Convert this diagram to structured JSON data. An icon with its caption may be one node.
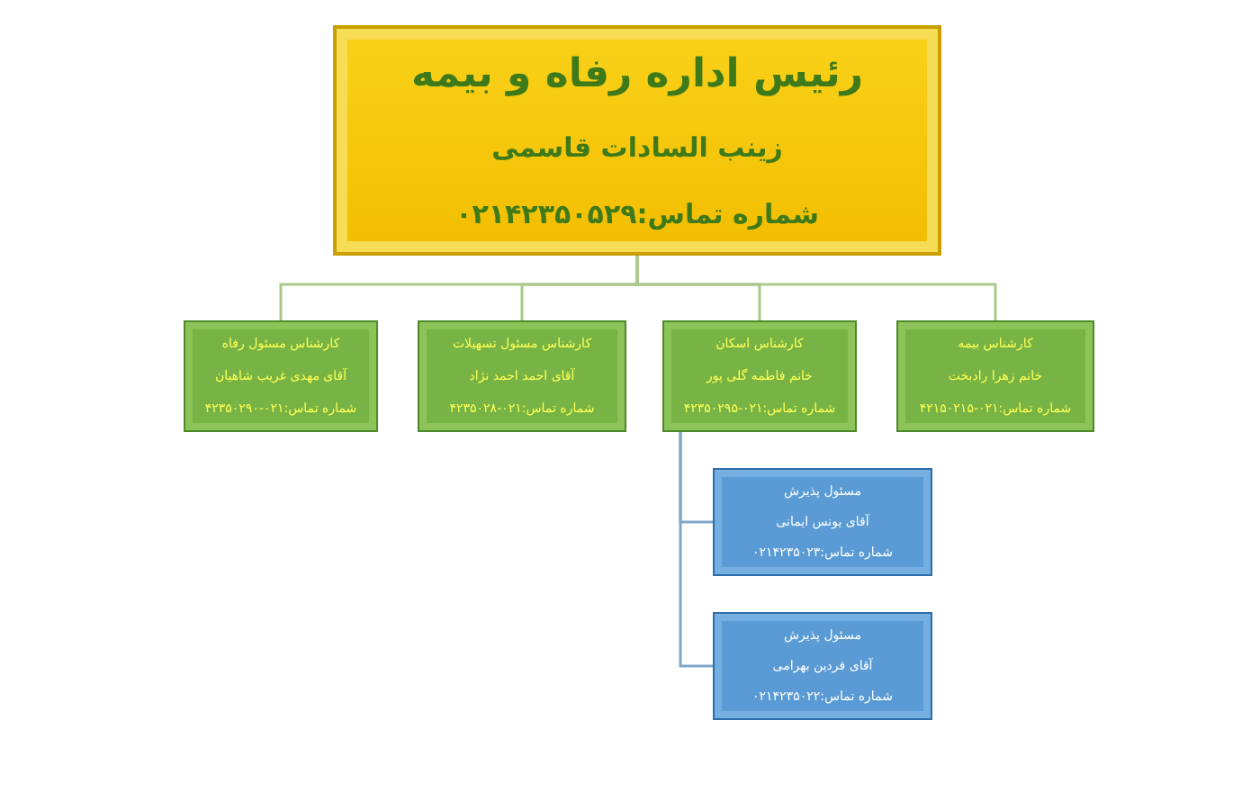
{
  "diagram": {
    "nodes": [
      {
        "text": [
          "رئیس اداره رفاه و بیمه",
          "زینب السادات قاسمی",
          "شماره تماس:۰۲۱۴۲۳۵۰۵۲۹"
        ]
      },
      {
        "text": [
          "کارشناس بیمه",
          "خانم زهرا رادبخت",
          "شماره تماس:۰۲۱-۴۲۱۵۰۲۱۵"
        ]
      },
      {
        "text": [
          "کارشناس اسکان",
          "خانم فاطمه گلی پور",
          "شماره تماس:۰۲۱-۴۲۳۵۰۲۹۵"
        ]
      },
      {
        "text": [
          "کارشناس مسئول تسهیلات",
          "آقای احمد احمد نژاد",
          "شماره تماس:۰۲۱-۴۲۳۵۰۲۸"
        ]
      },
      {
        "text": [
          "کارشناس مسئول رفاه",
          "آقای مهدی غریب شاهیان",
          "شماره تماس:۰۲۱-۴۲۳۵۰۲۹۰"
        ]
      },
      {
        "text": [
          "مسئول پذیرش",
          "آقای یونس ایمانی",
          "شماره تماس:۰۲۱۴۲۳۵۰۲۳"
        ]
      },
      {
        "text": [
          "مسئول پذیرش",
          "آقای فردین بهرامی",
          "شماره تماس:۰۲۱۴۲۳۵۰۲۲"
        ]
      }
    ],
    "edges": [
      {
        "from": 0,
        "to": 1,
        "arrow": "none"
      },
      {
        "from": 0,
        "to": 2,
        "arrow": "none"
      },
      {
        "from": 0,
        "to": 3,
        "arrow": "none"
      },
      {
        "from": 0,
        "to": 4,
        "arrow": "none"
      },
      {
        "from": 2,
        "to": 5,
        "arrow": "none"
      },
      {
        "from": 2,
        "to": 6,
        "arrow": "none"
      }
    ]
  }
}
